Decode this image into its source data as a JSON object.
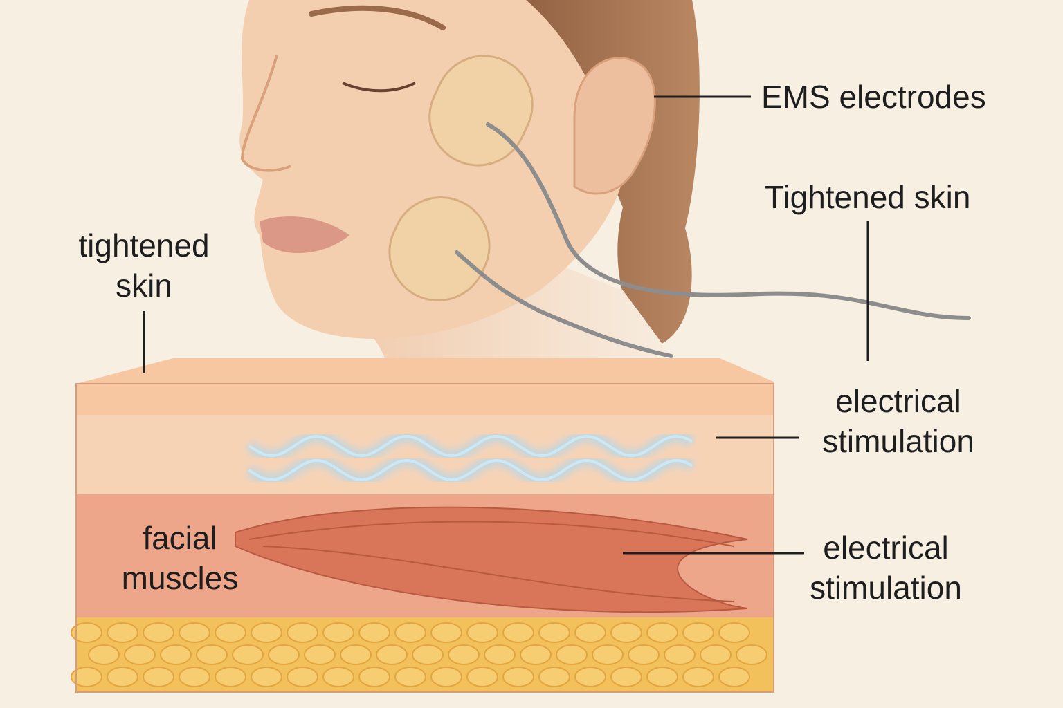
{
  "labels": {
    "ems_electrodes": "EMS electrodes",
    "tightened_skin_right": "Tightened skin",
    "tightened_skin_left": [
      "tightened",
      "skin"
    ],
    "electrical_stimulation_upper": [
      "electrical",
      "stimulation"
    ],
    "facial_muscles": [
      "facial",
      "muscles"
    ],
    "electrical_stimulation_lower": [
      "electrical",
      "stimulation"
    ]
  },
  "colors": {
    "background": "#f8efe3",
    "skin": "#f3cfb0",
    "electrode": "#f0d2a6",
    "muscle": "#d9765a",
    "fat": "#f3c15c",
    "stimulation_wave": "#a9d8f0",
    "text": "#1e1e1e"
  }
}
